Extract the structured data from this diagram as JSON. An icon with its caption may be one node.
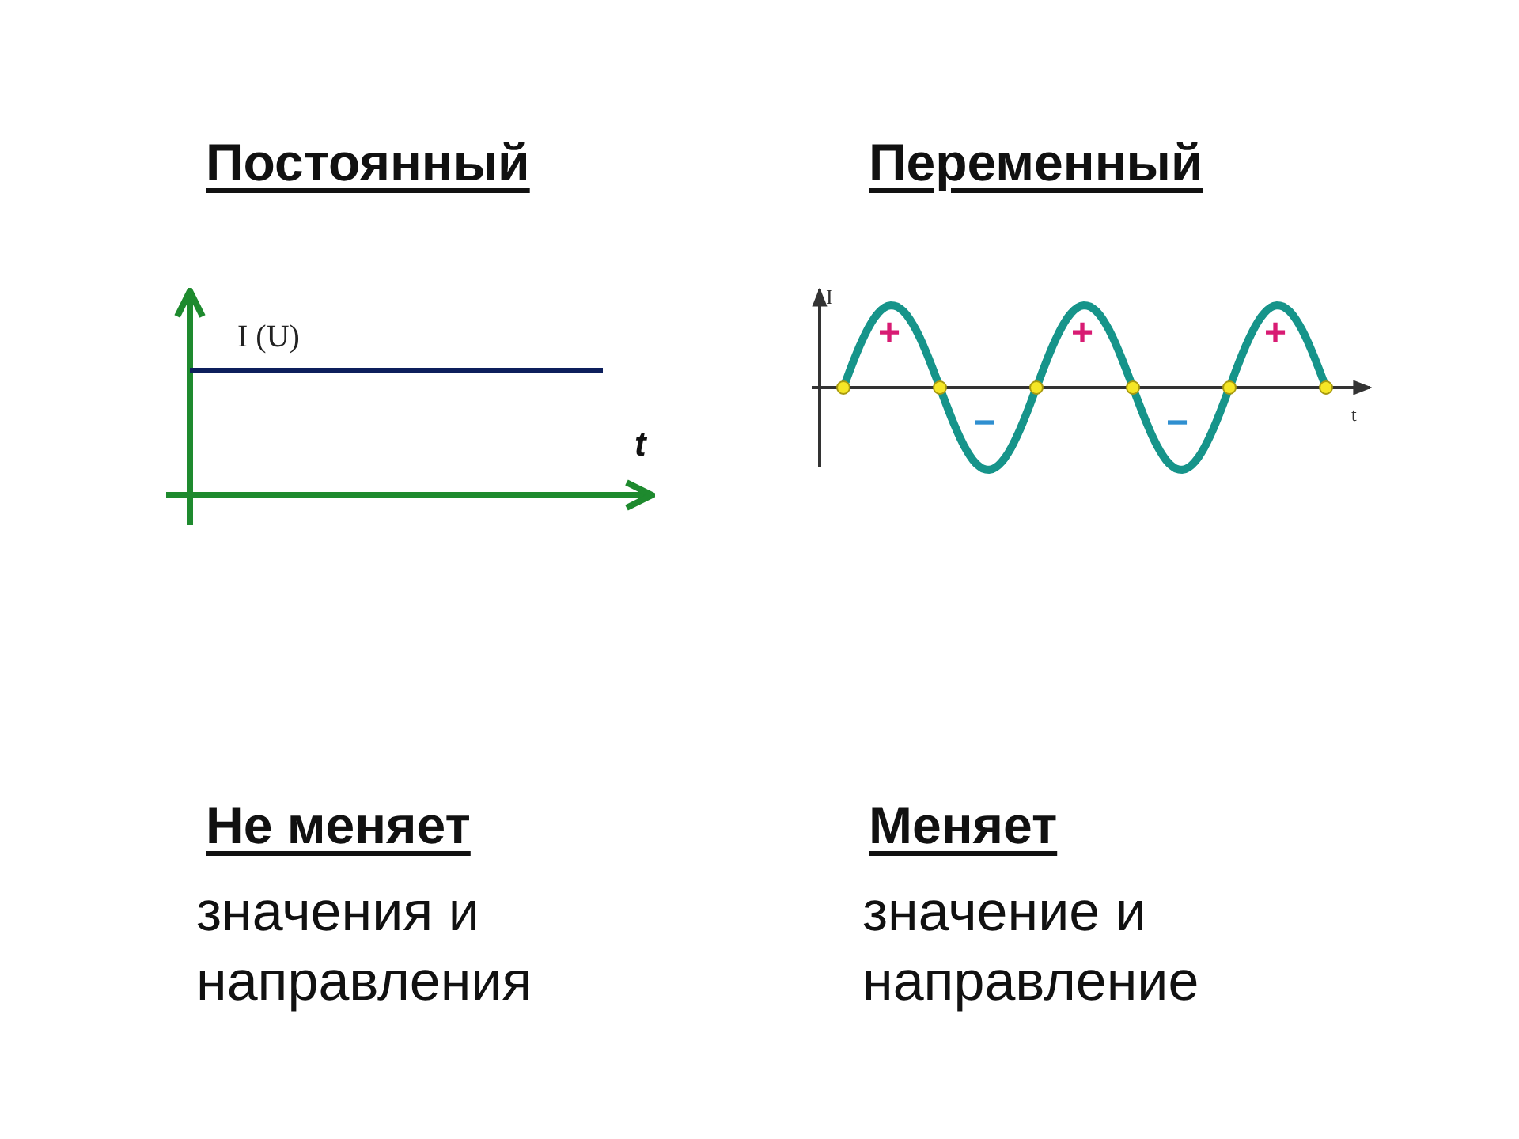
{
  "diagram": {
    "labels": [
      "Постоянный",
      "Переменный",
      "I",
      "I (U)",
      "+",
      "+",
      "+",
      "t",
      "−",
      "−",
      "t",
      "Не меняет",
      "Меняет",
      "значения и направления",
      "значение и направление"
    ]
  }
}
